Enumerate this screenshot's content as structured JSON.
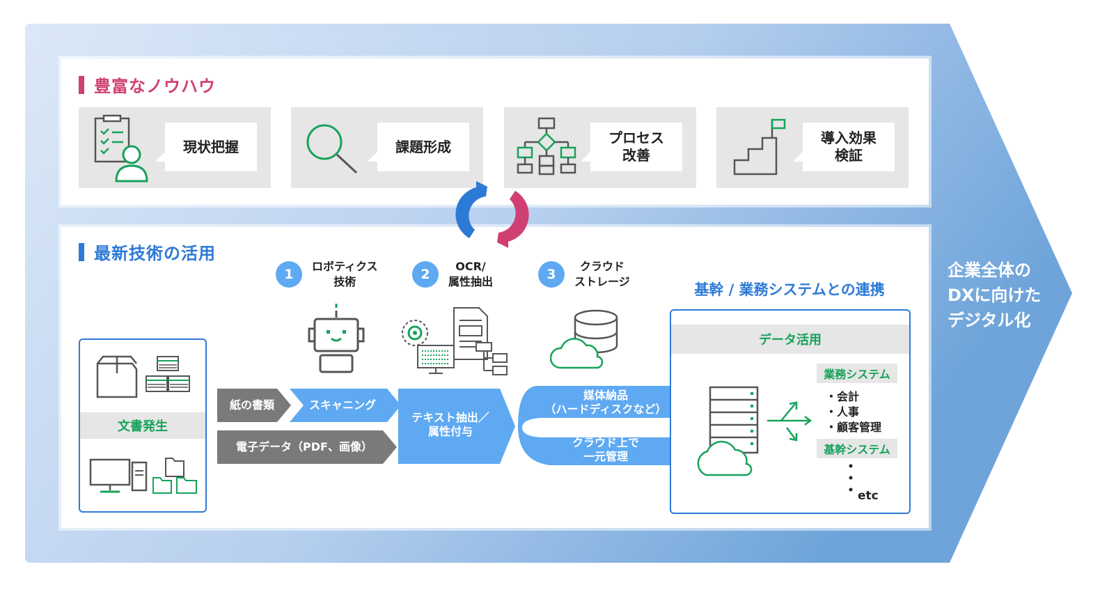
{
  "colors": {
    "arrow_light": "#dce8f7",
    "arrow_dark": "#6ea4da",
    "knowhow_accent": "#d03f72",
    "tech_accent": "#2d7ad6",
    "green": "#16a25a",
    "chevron_blue": "#5ea9f2",
    "chevron_gray": "#7a7a7a"
  },
  "knowhow": {
    "title": "豊富なノウハウ",
    "cards": [
      {
        "label": "現状把握",
        "icon": "clipboard-person-icon"
      },
      {
        "label": "課題形成",
        "icon": "magnifier-icon"
      },
      {
        "label": "プロセス\n改善",
        "icon": "flowchart-icon"
      },
      {
        "label": "導入効果\n検証",
        "icon": "stairs-flag-icon"
      }
    ]
  },
  "tech": {
    "title": "最新技術の活用",
    "steps": [
      {
        "num": "1",
        "label": "ロボティクス\n技術",
        "icon": "robot-icon"
      },
      {
        "num": "2",
        "label": "OCR/\n属性抽出",
        "icon": "ocr-document-icon"
      },
      {
        "num": "3",
        "label": "クラウド\nストレージ",
        "icon": "cloud-storage-icon"
      }
    ]
  },
  "source": {
    "label": "文書発生",
    "icon_top": "box-papers-icon",
    "icon_bottom": "computer-folders-icon"
  },
  "flow": {
    "paper": "紙の書類",
    "scanning": "スキャニング",
    "digital": "電子データ（PDF、画像）",
    "extract": "テキスト抽出／\n属性付与",
    "media": "媒体納品\n（ハードディスクなど）",
    "cloud": "クラウド上で\n一元管理"
  },
  "integration": {
    "title": "基幹 / 業務システムとの連携",
    "band": "データ活用",
    "business_tag": "業務システム",
    "business_items": [
      "・会計",
      "・人事",
      "・顧客管理"
    ],
    "core_tag": "基幹システム",
    "etc": "etc"
  },
  "dx_goal": "企業全体の\nDXに向けた\nデジタル化"
}
